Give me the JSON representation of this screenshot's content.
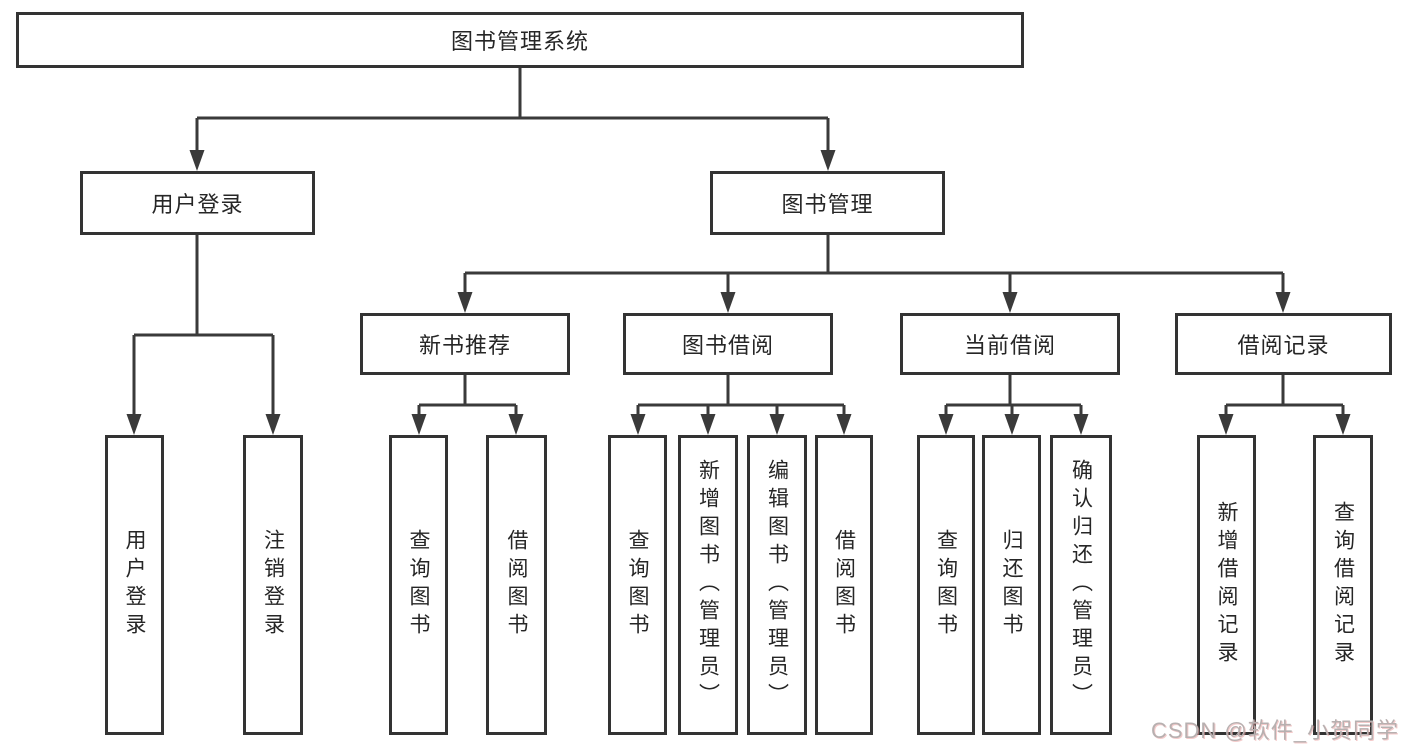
{
  "diagram": {
    "root": "图书管理系统",
    "level2": {
      "user_login": "用户登录",
      "book_management": "图书管理"
    },
    "level3": {
      "new_book_rec": "新书推荐",
      "book_borrow": "图书借阅",
      "current_borrow": "当前借阅",
      "borrow_record": "借阅记录"
    },
    "leaves": {
      "user_login": [
        "用户登录",
        "注销登录"
      ],
      "new_book_rec": [
        "查询图书",
        "借阅图书"
      ],
      "book_borrow": [
        "查询图书",
        "新增图书（管理员）",
        "编辑图书（管理员）",
        "借阅图书"
      ],
      "current_borrow": [
        "查询图书",
        "归还图书",
        "确认归还（管理员）"
      ],
      "borrow_record": [
        "新增借阅记录",
        "查询借阅记录"
      ]
    }
  },
  "watermark": "CSDN @软件_小贺同学",
  "colors": {
    "line": "#3a3a3a",
    "border": "#333333",
    "text": "#262626",
    "background": "#ffffff",
    "watermark": "#b7b0b0"
  }
}
